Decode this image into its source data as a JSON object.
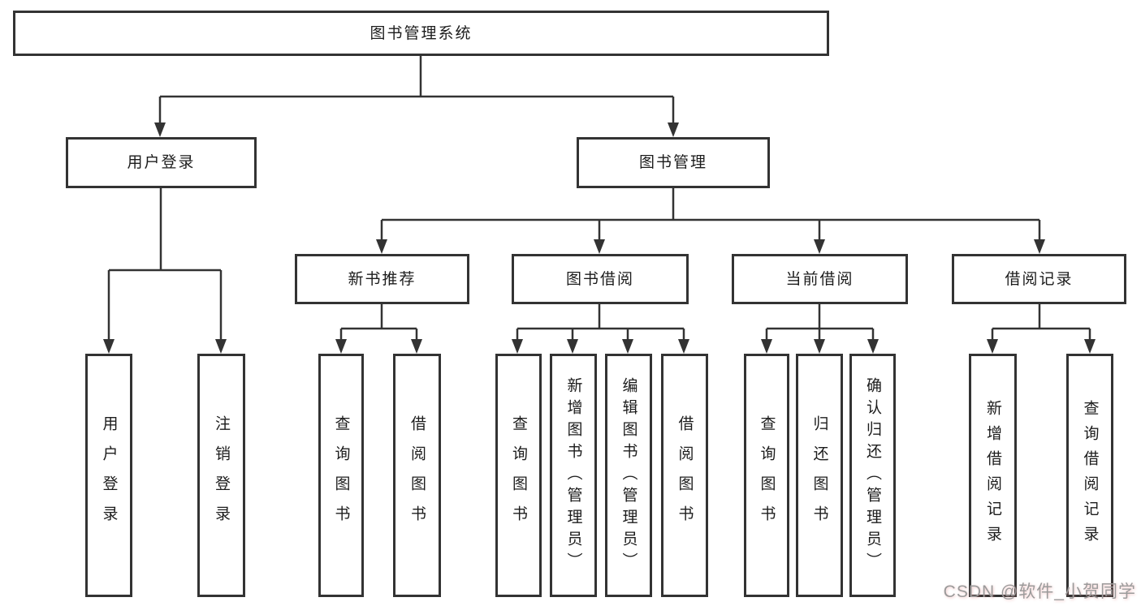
{
  "diagram": {
    "root": {
      "label": "图书管理系统"
    },
    "branches": [
      {
        "label": "用户登录",
        "children": [
          {
            "label": "用户登录"
          },
          {
            "label": "注销登录"
          }
        ]
      },
      {
        "label": "图书管理",
        "children": [
          {
            "label": "新书推荐",
            "children": [
              {
                "label": "查询图书"
              },
              {
                "label": "借阅图书"
              }
            ]
          },
          {
            "label": "图书借阅",
            "children": [
              {
                "label": "查询图书"
              },
              {
                "label": "新增图书（管理员）"
              },
              {
                "label": "编辑图书（管理员）"
              },
              {
                "label": "借阅图书"
              }
            ]
          },
          {
            "label": "当前借阅",
            "children": [
              {
                "label": "查询图书"
              },
              {
                "label": "归还图书"
              },
              {
                "label": "确认归还（管理员）"
              }
            ]
          },
          {
            "label": "借阅记录",
            "children": [
              {
                "label": "新增借阅记录"
              },
              {
                "label": "查询借阅记录"
              }
            ]
          }
        ]
      }
    ]
  },
  "watermark": {
    "text": "CSDN @软件_小贺同学"
  },
  "colors": {
    "line": "#333333",
    "text": "#1c1c1c",
    "watermark": "#9b9b9b"
  }
}
